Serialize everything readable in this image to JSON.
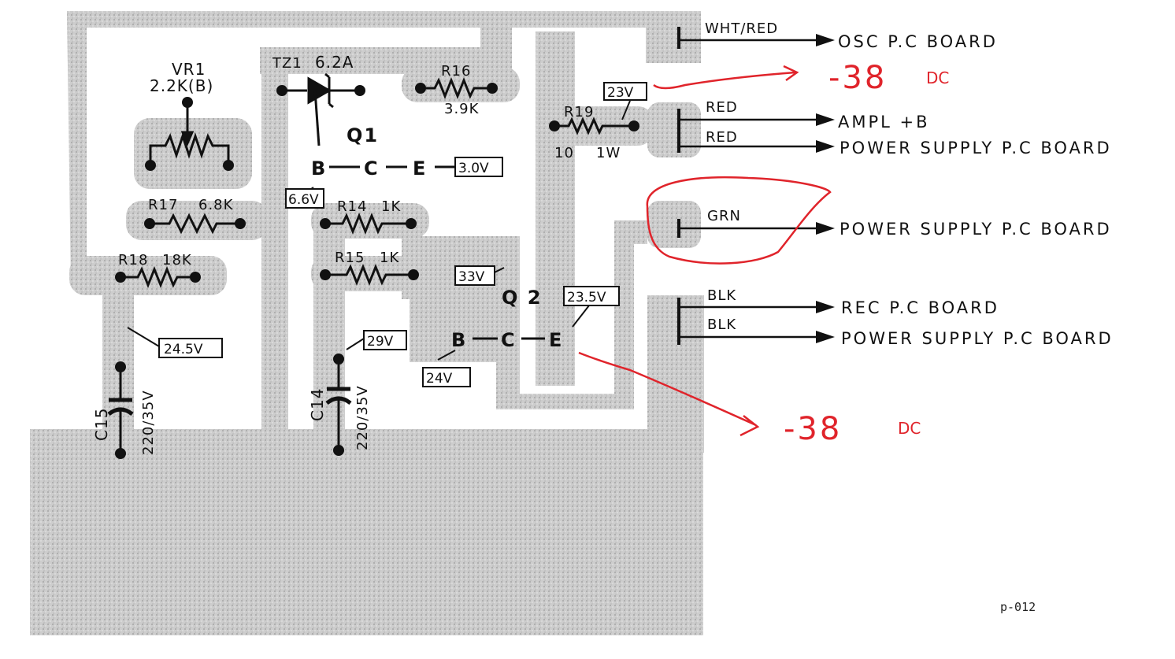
{
  "colors": {
    "board": "#c9c9c9",
    "ink": "#111111",
    "annotation": "#e0242b",
    "background": "#ffffff"
  },
  "components": {
    "vr1": {
      "ref": "VR1",
      "value": "2.2K(B)"
    },
    "tz1": {
      "ref": "TZ1",
      "value": "6.2A"
    },
    "r16": {
      "ref": "R16",
      "value": "3.9K"
    },
    "q1": {
      "ref": "Q1",
      "b": "B",
      "c": "C",
      "e": "E"
    },
    "r17": {
      "ref": "R17",
      "value": "6.8K"
    },
    "r14": {
      "ref": "R14",
      "value": "1K"
    },
    "r15": {
      "ref": "R15",
      "value": "1K"
    },
    "r18": {
      "ref": "R18",
      "value": "18K"
    },
    "r19": {
      "ref": "R19",
      "value": "10",
      "power": "1W"
    },
    "q2": {
      "ref": "Q 2",
      "b": "B",
      "c": "C",
      "e": "E"
    },
    "c15": {
      "ref": "C15",
      "value": "220/35V"
    },
    "c14": {
      "ref": "C14",
      "value": "220/35V"
    }
  },
  "voltages": {
    "q1_e": "3.0V",
    "q1_b": "6.6V",
    "r19_node": "23V",
    "q2_c": "33V",
    "q2_e": "23.5V",
    "c15_node": "24.5V",
    "c14_node": "29V",
    "q2_b": "24V"
  },
  "terminals": [
    {
      "wire": "WHT/RED",
      "dest": "OSC P.C BOARD"
    },
    {
      "wire": "RED",
      "dest": "AMPL +B"
    },
    {
      "wire": "RED",
      "dest": "POWER SUPPLY P.C BOARD"
    },
    {
      "wire": "GRN",
      "dest": "POWER SUPPLY P.C BOARD"
    },
    {
      "wire": "BLK",
      "dest": "REC P.C BOARD"
    },
    {
      "wire": "BLK",
      "dest": "POWER SUPPLY P.C BOARD"
    }
  ],
  "annotations": [
    {
      "value": "-38",
      "unit": "DC"
    },
    {
      "value": "-38",
      "unit": "DC"
    }
  ],
  "page_id": "p-012"
}
